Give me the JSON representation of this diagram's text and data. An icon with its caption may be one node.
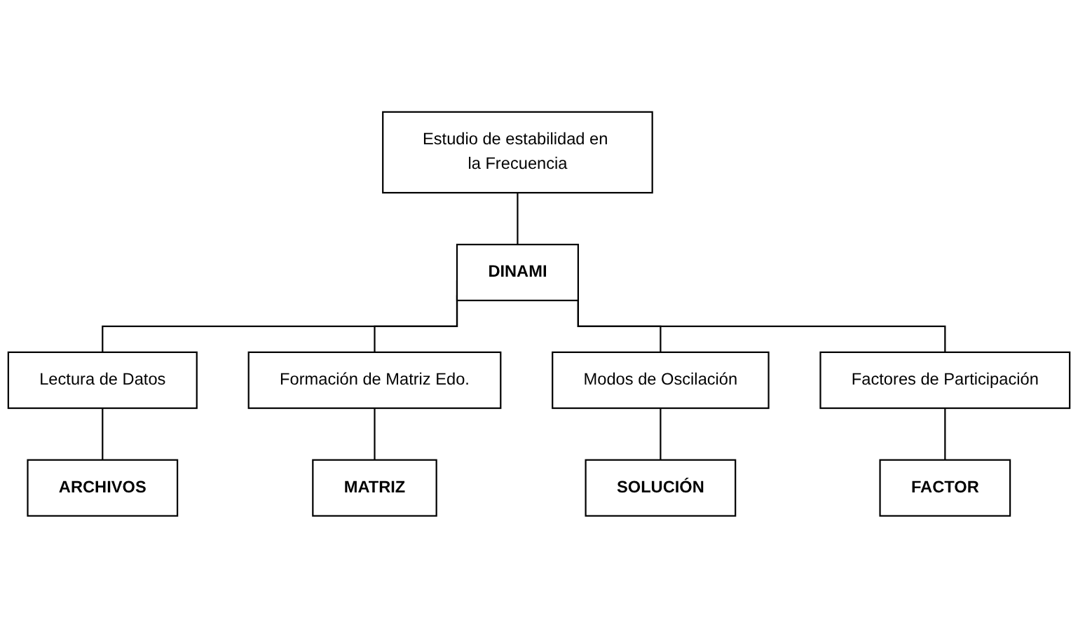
{
  "diagram": {
    "nodes": [
      {
        "text": [
          "Estudio de estabilidad en la Frecuencia"
        ]
      },
      {
        "text": [
          "DINAMI"
        ]
      },
      {
        "text": [
          "Lectura de Datos"
        ]
      },
      {
        "text": [
          "Formación de Matriz Edo."
        ]
      },
      {
        "text": [
          "Modos de Oscilación"
        ]
      },
      {
        "text": [
          "Factores de Participación"
        ]
      },
      {
        "text": [
          "ARCHIVOS"
        ]
      },
      {
        "text": [
          "MATRIZ"
        ]
      },
      {
        "text": [
          "SOLUCIÓN"
        ]
      },
      {
        "text": [
          "FACTOR"
        ]
      }
    ],
    "edges": [
      {
        "from": 0,
        "to": 1,
        "arrow": "none"
      },
      {
        "from": 1,
        "to": 2,
        "arrow": "none"
      },
      {
        "from": 1,
        "to": 3,
        "arrow": "none"
      },
      {
        "from": 1,
        "to": 4,
        "arrow": "none"
      },
      {
        "from": 1,
        "to": 5,
        "arrow": "none"
      },
      {
        "from": 2,
        "to": 6,
        "arrow": "none"
      },
      {
        "from": 3,
        "to": 7,
        "arrow": "none"
      },
      {
        "from": 4,
        "to": 8,
        "arrow": "none"
      },
      {
        "from": 5,
        "to": 9,
        "arrow": "none"
      }
    ]
  }
}
